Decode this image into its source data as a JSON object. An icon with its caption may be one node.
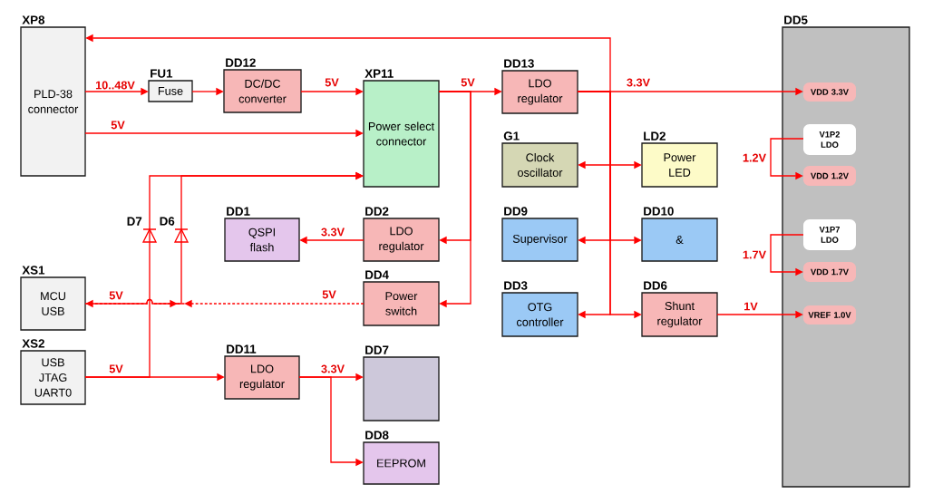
{
  "diagram": {
    "nodes": [
      {
        "text": [
          "XP8",
          "PLD-38 connector"
        ]
      },
      {
        "text": [
          "FU1",
          "Fuse"
        ]
      },
      {
        "text": [
          "DD12",
          "DC/DC converter"
        ]
      },
      {
        "text": [
          "XP11",
          "Power select connector"
        ]
      },
      {
        "text": [
          "DD13",
          "LDO regulator"
        ]
      },
      {
        "text": [
          "DD5"
        ]
      },
      {
        "text": [
          "VDD 3.3V"
        ],
        "in": 5
      },
      {
        "text": [
          "V1P2 LDO"
        ],
        "in": 5
      },
      {
        "text": [
          "VDD 1.2V"
        ],
        "in": 5
      },
      {
        "text": [
          "V1P7 LDO"
        ],
        "in": 5
      },
      {
        "text": [
          "VDD 1.7V"
        ],
        "in": 5
      },
      {
        "text": [
          "VREF 1.0V"
        ],
        "in": 5
      },
      {
        "text": [
          "G1",
          "Clock oscillator"
        ]
      },
      {
        "text": [
          "LD2",
          "Power LED"
        ]
      },
      {
        "text": [
          "DD1",
          "QSPI flash"
        ]
      },
      {
        "text": [
          "DD2",
          "LDO regulator"
        ]
      },
      {
        "text": [
          "DD9",
          "Supervisor"
        ]
      },
      {
        "text": [
          "DD10",
          "&"
        ]
      },
      {
        "text": [
          "XS1",
          "MCU USB"
        ]
      },
      {
        "text": [
          "DD4",
          "Power switch"
        ]
      },
      {
        "text": [
          "DD3",
          "OTG controller"
        ]
      },
      {
        "text": [
          "DD6",
          "Shunt regulator"
        ]
      },
      {
        "text": [
          "XS2",
          "USB JTAG UART0"
        ]
      },
      {
        "text": [
          "DD11",
          "LDO regulator"
        ]
      },
      {
        "text": [
          "DD7"
        ]
      },
      {
        "text": [
          "DD8",
          "EEPROM"
        ]
      }
    ],
    "edges": [
      {
        "from": 0,
        "to": 1,
        "arrow": "to",
        "label": "10..48V"
      },
      {
        "from": 1,
        "to": 2,
        "arrow": "to"
      },
      {
        "from": 2,
        "to": 3,
        "arrow": "to",
        "label": "5V"
      },
      {
        "from": 0,
        "to": 3,
        "arrow": "to",
        "label": "5V"
      },
      {
        "from": 22,
        "to": 3,
        "arrow": "to"
      },
      {
        "from": 18,
        "to": 3,
        "arrow": "to",
        "label": "5V"
      },
      {
        "from": 3,
        "to": 4,
        "arrow": "to",
        "label": "5V"
      },
      {
        "from": 3,
        "to": 15,
        "arrow": "to"
      },
      {
        "from": 3,
        "to": 19,
        "arrow": "to"
      },
      {
        "from": 4,
        "to": 6,
        "arrow": "to",
        "label": "3.3V"
      },
      {
        "from": 4,
        "to": 0,
        "arrow": "to"
      },
      {
        "from": 4,
        "to": 12,
        "arrow": "to"
      },
      {
        "from": 4,
        "to": 13,
        "arrow": "to"
      },
      {
        "from": 4,
        "to": 16,
        "arrow": "to"
      },
      {
        "from": 4,
        "to": 17,
        "arrow": "to"
      },
      {
        "from": 4,
        "to": 20,
        "arrow": "to"
      },
      {
        "from": 4,
        "to": 21,
        "arrow": "to"
      },
      {
        "from": 7,
        "to": 8,
        "arrow": "to",
        "label": "1.2V"
      },
      {
        "from": 9,
        "to": 10,
        "arrow": "to",
        "label": "1.7V"
      },
      {
        "from": 21,
        "to": 11,
        "arrow": "to",
        "label": "1V"
      },
      {
        "from": 15,
        "to": 14,
        "arrow": "to",
        "label": "3.3V"
      },
      {
        "from": 19,
        "to": 18,
        "arrow": "to",
        "label": "5V",
        "style": "dashed"
      },
      {
        "from": 22,
        "to": 23,
        "arrow": "to",
        "label": "5V"
      },
      {
        "from": 23,
        "to": 24,
        "arrow": "to",
        "label": "3.3V"
      },
      {
        "from": 23,
        "to": 25,
        "arrow": "to"
      }
    ],
    "labels": [
      "D7",
      "D6"
    ]
  }
}
